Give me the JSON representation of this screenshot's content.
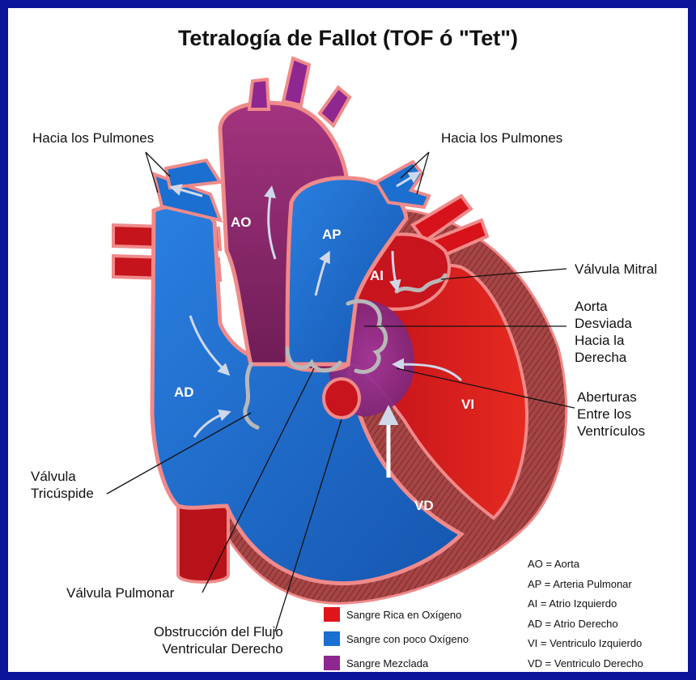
{
  "title": "Tetralogía de Fallot (TOF ó \"Tet\")",
  "labels": {
    "hacia_pulmones_left": "Hacia los Pulmones",
    "hacia_pulmones_right": "Hacia los Pulmones",
    "valvula_mitral": "Válvula Mitral",
    "aorta_desviada": [
      "Aorta",
      "Desviada",
      "Hacia la",
      "Derecha"
    ],
    "aberturas": [
      "Aberturas",
      "Entre los",
      "Ventrículos"
    ],
    "valvula_tricuspide": [
      "Válvula",
      "Tricúspide"
    ],
    "valvula_pulmonar": "Válvula Pulmonar",
    "obstruccion": [
      "Obstrucción del Flujo",
      "Ventricular Derecho"
    ]
  },
  "chambers": {
    "ao": "AO",
    "ap": "AP",
    "ai": "AI",
    "ad": "AD",
    "vi": "VI",
    "vd": "VD"
  },
  "legend": [
    {
      "text": "Sangre Rica en Oxígeno",
      "color": "#e0151b"
    },
    {
      "text": "Sangre con poco Oxígeno",
      "color": "#1a6fd0"
    },
    {
      "text": "Sangre Mezclada",
      "color": "#8e2790"
    }
  ],
  "abbreviations": [
    "AO = Aorta",
    "AP = Arteria Pulmonar",
    "AI = Atrio Izquierdo",
    "AD = Atrio Derecho",
    "VI = Ventriculo Izquierdo",
    "VD = Ventriculo Derecho"
  ],
  "colors": {
    "background": "#0c1499",
    "oxygen_rich": "#e0151b",
    "oxygen_poor": "#1a6fd0",
    "mixed": "#8e2790",
    "muscle": "#9a3a3a",
    "tissue_outline": "#f08a8a",
    "valve": "#b8b8b8"
  }
}
